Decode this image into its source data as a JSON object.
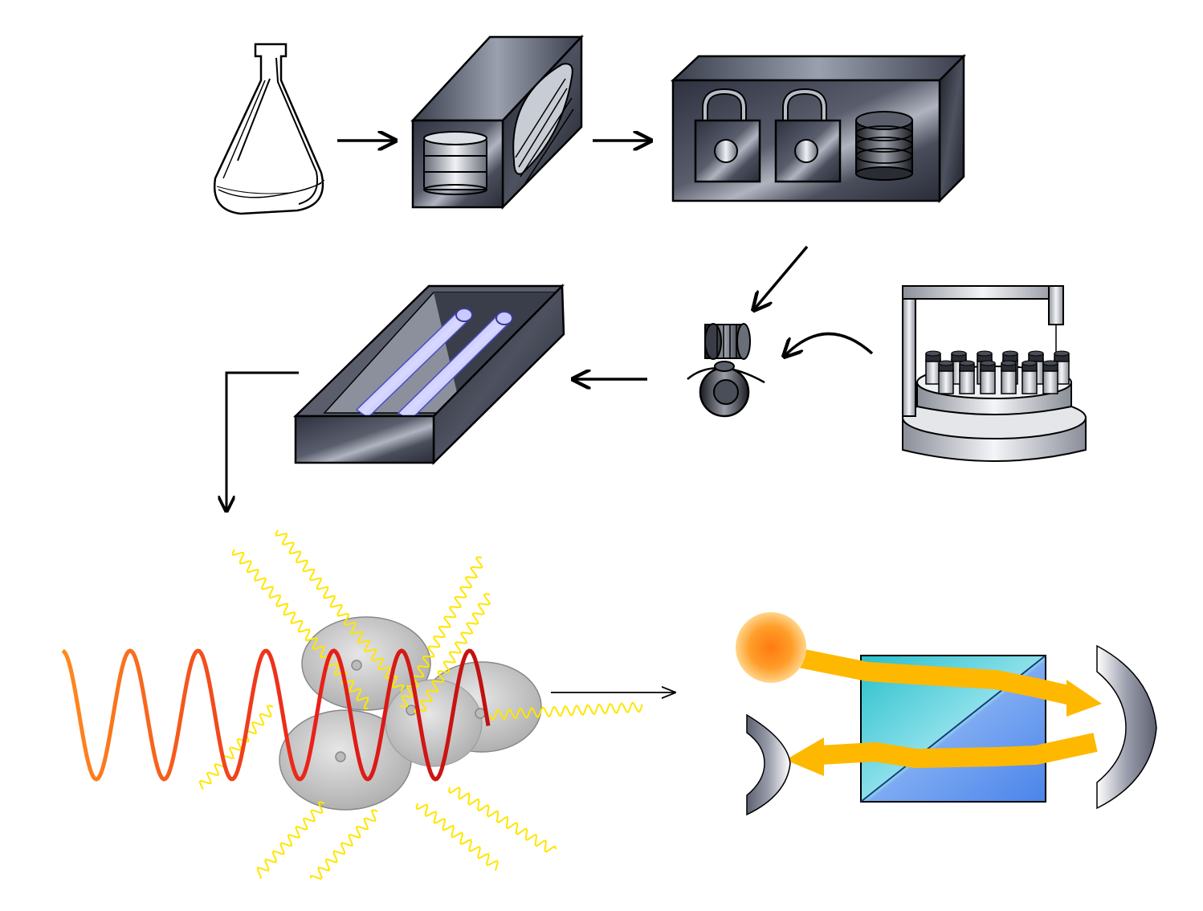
{
  "diagram": {
    "stages": [
      {
        "id": "flask",
        "icon": "erlenmeyer-flask-icon"
      },
      {
        "id": "centrifuge",
        "icon": "centrifuge-box-icon"
      },
      {
        "id": "separator",
        "icon": "lock-filter-box-icon"
      },
      {
        "id": "disc-assembly",
        "icon": "stacked-disc-holder-icon"
      },
      {
        "id": "autosampler",
        "icon": "autosampler-vial-rack-icon"
      },
      {
        "id": "uv-lamp-box",
        "icon": "uv-lamp-tray-icon"
      },
      {
        "id": "irradiated-particles",
        "icon": "wave-scattering-particles-icon"
      },
      {
        "id": "interferometer",
        "icon": "beam-splitter-mirrors-icon"
      }
    ],
    "colors": {
      "box_dark": "#3a3d4a",
      "box_light": "#a8adb8",
      "uv_lamp": "#8a8cff",
      "wave_red": "#e8201a",
      "wave_orange": "#ff8a1e",
      "scatter_yellow": "#ffe600",
      "particle_gray": "#c8c8c8",
      "beam_gold": "#ffb800",
      "cube_cyan": "#3cc8d8",
      "cube_blue": "#6ea0f0",
      "mirror_gray": "#7c8090",
      "source_orange": "#ff9a22"
    }
  }
}
